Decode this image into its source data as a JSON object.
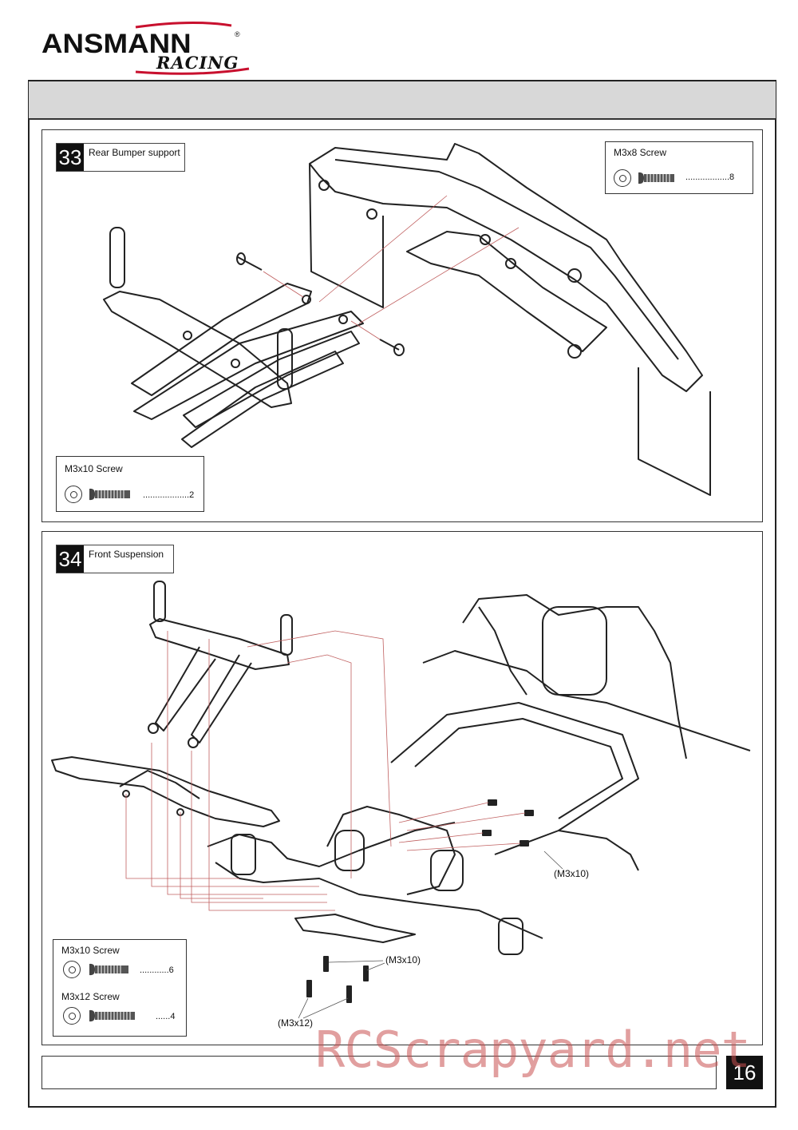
{
  "logo": {
    "brand": "ANSMANN",
    "sub": "RACING"
  },
  "step33": {
    "number": "33",
    "title": "Rear Bumper support",
    "parts": [
      {
        "name": "M3x8 Screw",
        "qty": "..................8"
      },
      {
        "name": "M3x10 Screw",
        "qty": "...................2"
      }
    ]
  },
  "step34": {
    "number": "34",
    "title": "Front Suspension",
    "parts": [
      {
        "name": "M3x10 Screw",
        "qty": "............6"
      },
      {
        "name": "M3x12 Screw",
        "qty": "......4"
      }
    ],
    "callouts": [
      "(M3x10)",
      "(M3x10)",
      "(M3x12)"
    ]
  },
  "page_number": "16",
  "watermark": "RCScrapyard.net"
}
